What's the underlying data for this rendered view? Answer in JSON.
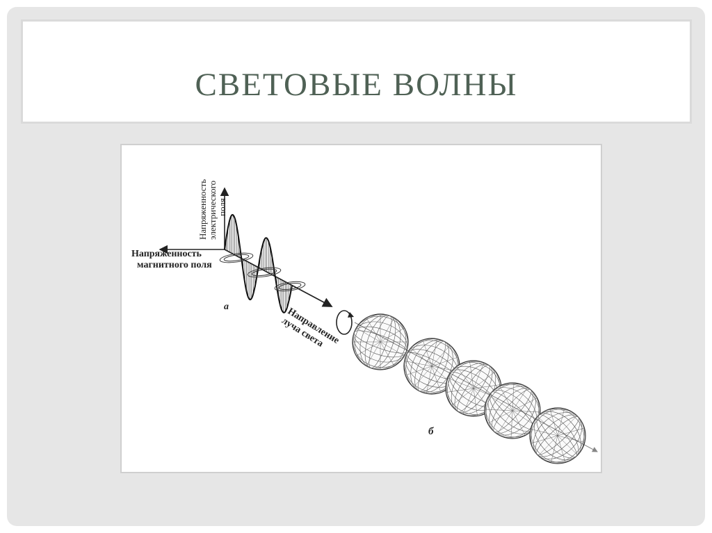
{
  "slide": {
    "title": "СВЕТОВЫЕ ВОЛНЫ"
  },
  "figure": {
    "electric_label_lines": [
      "Напряженность",
      "электрического",
      "поля"
    ],
    "magnetic_label_lines": [
      "Напряженность",
      "магнитного поля"
    ],
    "direction_label_lines": [
      "Направление",
      "луча света"
    ],
    "panel_a_label": "а",
    "panel_b_label": "б"
  }
}
